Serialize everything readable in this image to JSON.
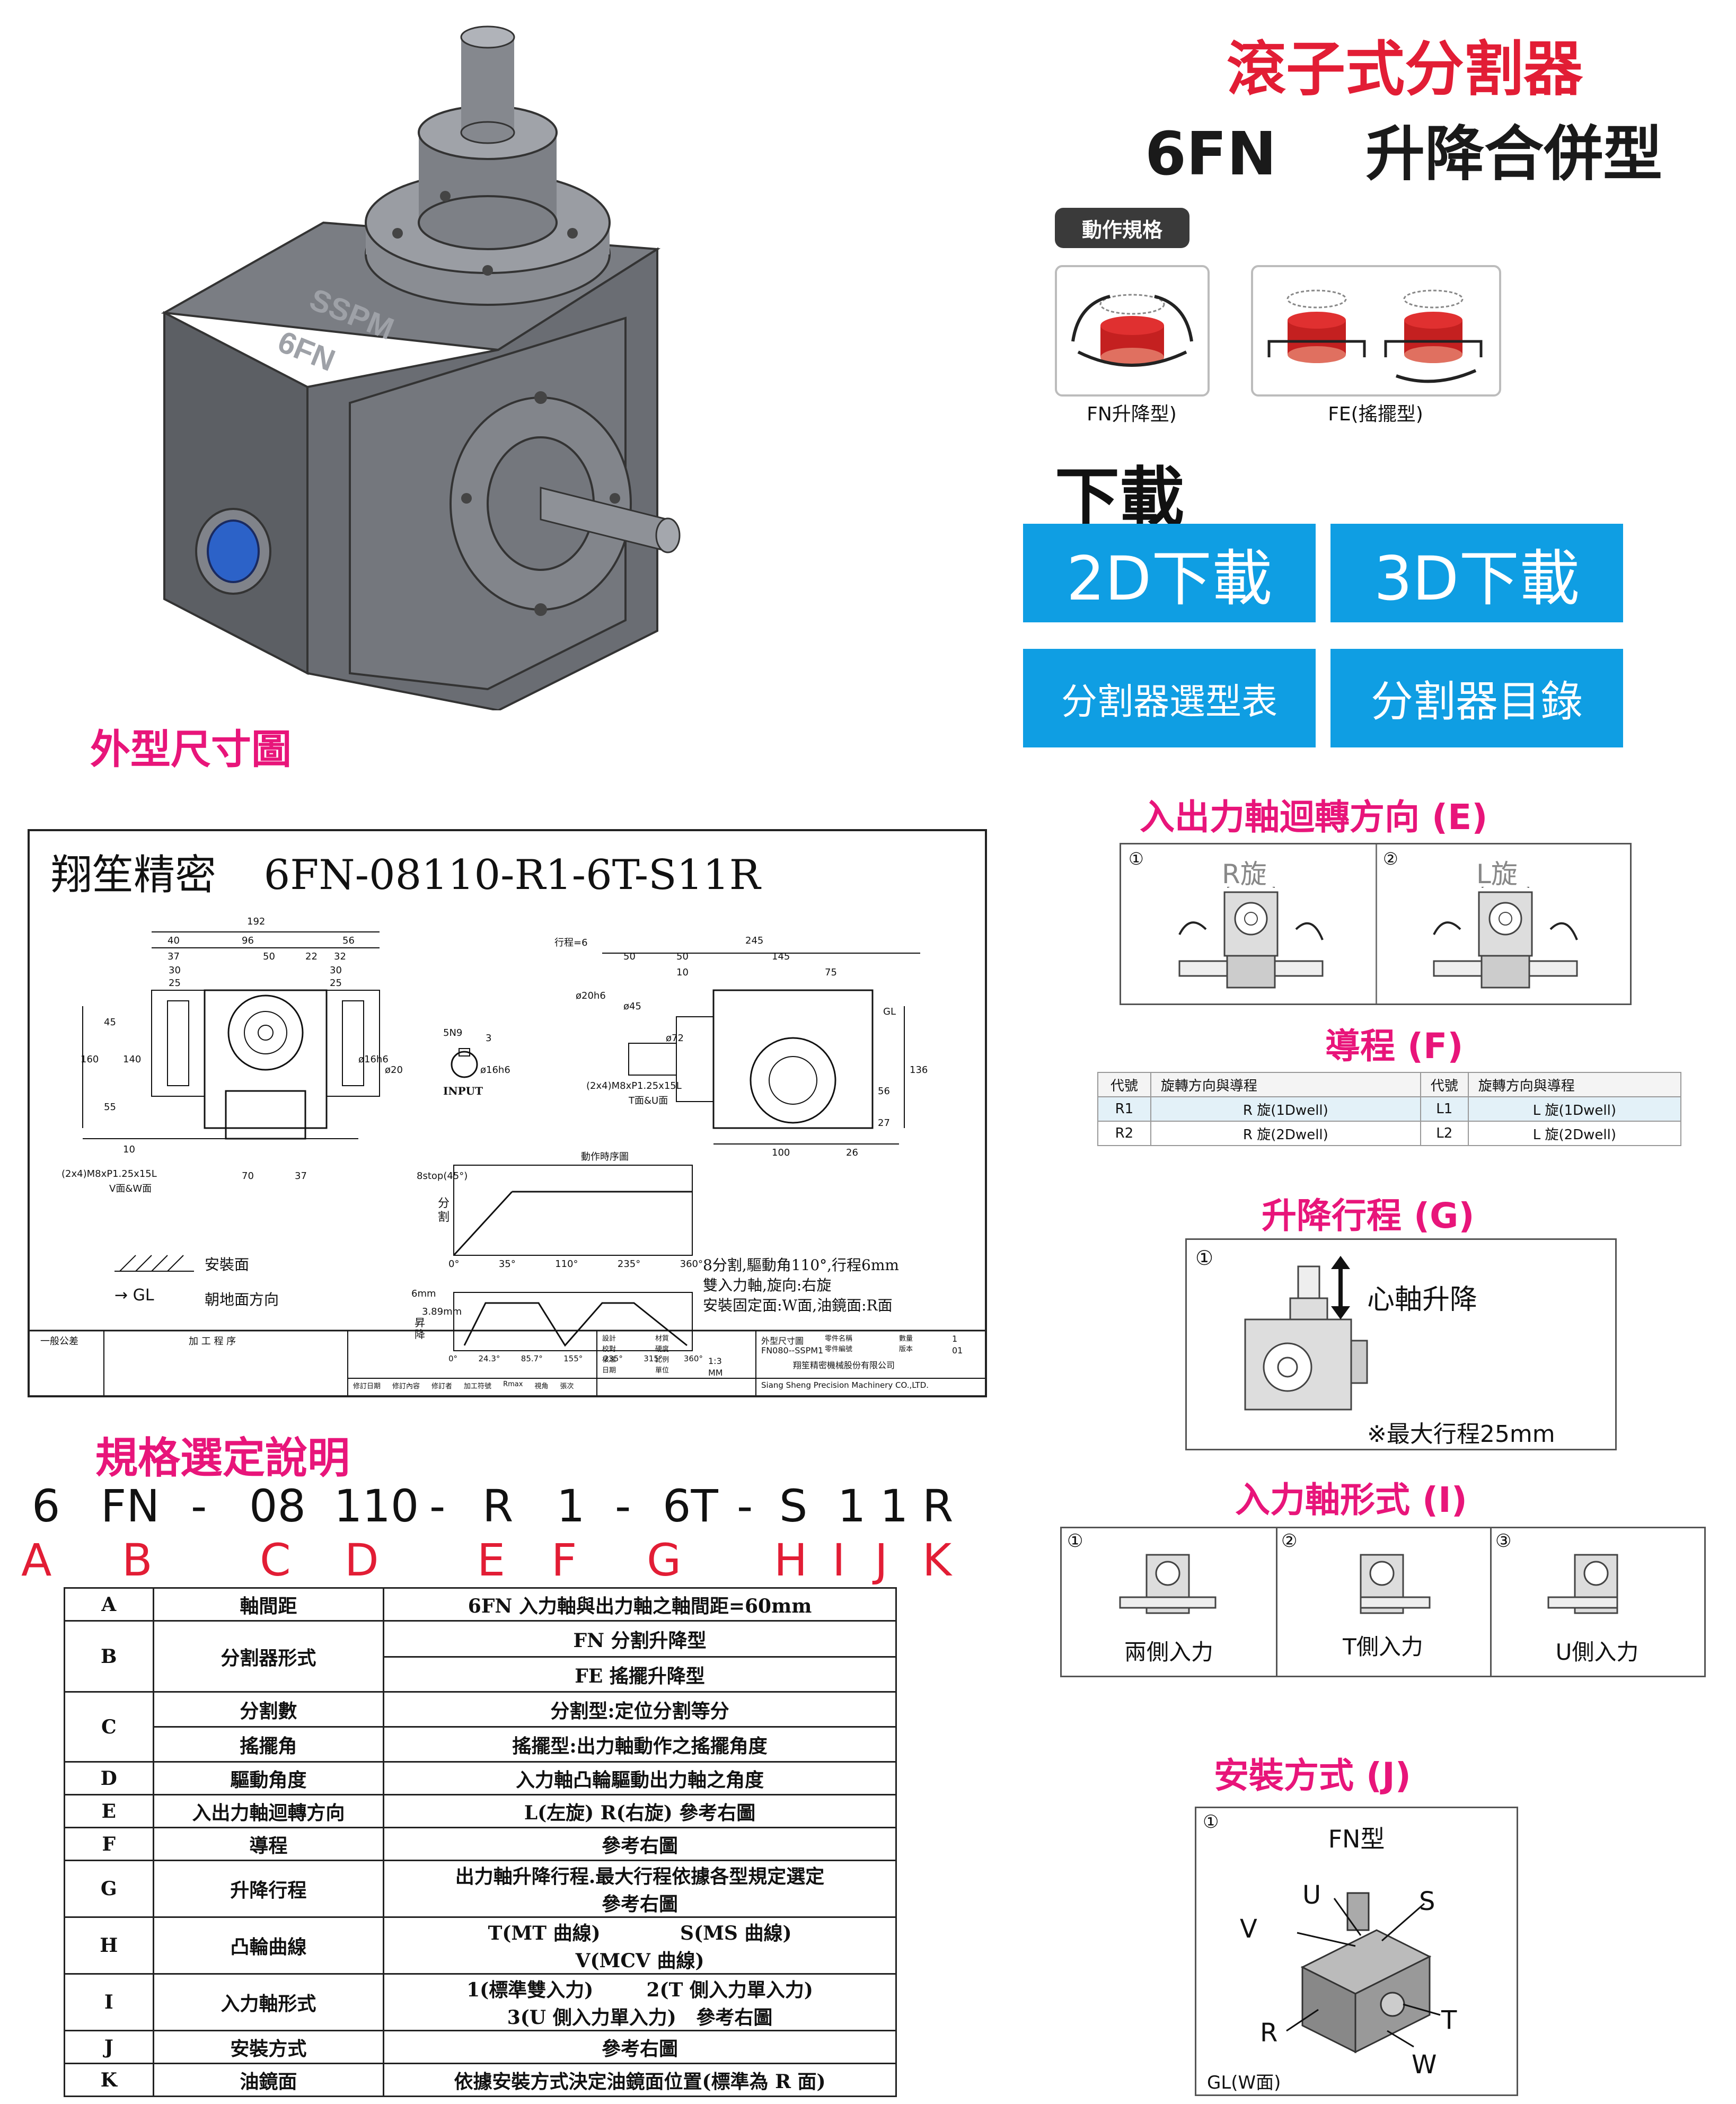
{
  "title": {
    "line1": "滾子式分割器",
    "line2_model": "6FN",
    "line2_type": "升降合併型"
  },
  "action_spec": {
    "badge": "動作規格",
    "cards": [
      {
        "label": "FN升降型)"
      },
      {
        "label": "FE(搖擺型)"
      }
    ]
  },
  "download": {
    "heading": "下載",
    "buttons": [
      "2D下載",
      "3D下載",
      "分割器選型表",
      "分割器目錄"
    ]
  },
  "product": {
    "brand": "SSPM",
    "model": "6FN"
  },
  "outline_heading": "外型尺寸圖",
  "drawing": {
    "title_company": "翔笙精密",
    "title_model": "6FN-08110-R1-6T-S11R",
    "dims_front": [
      "192",
      "40",
      "96",
      "56",
      "37",
      "50",
      "22",
      "32",
      "30",
      "25",
      "30",
      "25",
      "160",
      "140",
      "45",
      "55",
      "10",
      "70",
      "37",
      "ø16h6",
      "ø20"
    ],
    "dims_side": [
      "245",
      "50",
      "50",
      "145",
      "10",
      "75",
      "ø20h6",
      "ø45",
      "ø72",
      "136",
      "56",
      "27",
      "100",
      "26",
      "GL"
    ],
    "label_stroke": "行程=6",
    "label_bolt_front": "(2x4)M8xP1.25x15L",
    "label_bolt_front_sub": "V面&W面",
    "label_bolt_side": "(2x4)M8xP1.25x15L",
    "label_bolt_side_sub": "T面&U面",
    "input_label": "INPUT",
    "input_key": "5N9",
    "input_dia": "ø16h6",
    "input_dim": "3",
    "timing_title": "動作時序圖",
    "timing_axis": "分割",
    "timing_stop": "8stop(45°)",
    "timing_ticks1": [
      "0°",
      "35°",
      "110°",
      "235°",
      "360°"
    ],
    "timing_axis2": "昇降",
    "timing_stroke": "6mm",
    "timing_stroke2": "3.89mm",
    "timing_ticks2": [
      "0°",
      "24.3°",
      "85.7°",
      "155°",
      "235°",
      "315°",
      "360°"
    ],
    "legend_mount": "安裝面",
    "legend_gl_symbol": "→ GL",
    "legend_gl": "朝地面方向",
    "notes": [
      "8分割,驅動角110°,行程6mm",
      "雙入力軸,旋向:右旋",
      "安裝固定面:W面,油鏡面:R面"
    ],
    "footer_process": "加 工 程 序",
    "footer_general": "一般公差",
    "footer_company_cn": "翔笙精密機械股份有限公司",
    "footer_company_en": "Siang Sheng Precision Machinery CO.,LTD.",
    "footer_part_name": "外型尺寸圖",
    "footer_drawing_no": "FN080--SSPM1",
    "footer_scale": "1:3",
    "footer_unit": "MM",
    "footer_qty": "1",
    "footer_ver": "01",
    "footer_labels": [
      "設計",
      "校對",
      "核准",
      "日期",
      "材質",
      "硬度",
      "比例",
      "單位",
      "零件名稱",
      "零件編號",
      "數量",
      "版本",
      "Rmax",
      "視角",
      "修訂日期",
      "修訂內容",
      "修訂者",
      "加工符號",
      "張次"
    ]
  },
  "spec_selection": {
    "heading": "規格選定說明",
    "code_parts": [
      "6",
      "FN",
      "-",
      "08",
      "110",
      "-",
      "R",
      "1",
      "-",
      "6T",
      "-",
      "S",
      "1",
      "1",
      "R"
    ],
    "letters": [
      "A",
      "B",
      "C",
      "D",
      "E",
      "F",
      "G",
      "H",
      "I",
      "J",
      "K"
    ],
    "rows": [
      {
        "key": "A",
        "name": "軸間距",
        "desc": [
          "6FN 入力軸與出力軸之軸間距=60mm"
        ]
      },
      {
        "key": "B",
        "name": "分割器形式",
        "desc": [
          "FN 分割升降型",
          "FE 搖擺升降型"
        ]
      },
      {
        "key": "C",
        "name": "分割數",
        "name2": "搖擺角",
        "desc": [
          "分割型:定位分割等分",
          "搖擺型:出力軸動作之搖擺角度"
        ]
      },
      {
        "key": "D",
        "name": "驅動角度",
        "desc": [
          "入力軸凸輪驅動出力軸之角度"
        ]
      },
      {
        "key": "E",
        "name": "入出力軸迴轉方向",
        "desc": [
          "L(左旋) R(右旋) 參考右圖"
        ]
      },
      {
        "key": "F",
        "name": "導程",
        "desc": [
          "參考右圖"
        ]
      },
      {
        "key": "G",
        "name": "升降行程",
        "desc": [
          "出力軸升降行程.最大行程依據各型規定選定",
          "參考右圖"
        ]
      },
      {
        "key": "H",
        "name": "凸輪曲線",
        "desc": [
          "T(MT 曲線)            S(MS 曲線)",
          "V(MCV 曲線)"
        ]
      },
      {
        "key": "I",
        "name": "入力軸形式",
        "desc": [
          "1(標準雙入力)        2(T 側入力單入力)",
          "3(U 側入力單入力)   參考右圖"
        ]
      },
      {
        "key": "J",
        "name": "安裝方式",
        "desc": [
          "參考右圖"
        ]
      },
      {
        "key": "K",
        "name": "油鏡面",
        "desc": [
          "依據安裝方式決定油鏡面位置(標準為 R 面)"
        ]
      }
    ]
  },
  "rotation": {
    "heading": "入出力軸迴轉方向 (E)",
    "cells": [
      {
        "num": "①",
        "label": "R旋"
      },
      {
        "num": "②",
        "label": "L旋"
      }
    ]
  },
  "lead": {
    "heading": "導程 (F)",
    "headers": [
      "代號",
      "旋轉方向與導程",
      "代號",
      "旋轉方向與導程"
    ],
    "rows": [
      [
        "R1",
        "R 旋(1Dwell)",
        "L1",
        "L 旋(1Dwell)"
      ],
      [
        "R2",
        "R 旋(2Dwell)",
        "L2",
        "L 旋(2Dwell)"
      ]
    ]
  },
  "stroke": {
    "heading": "升降行程 (G)",
    "num": "①",
    "label": "心軸升降",
    "note": "※最大行程25mm"
  },
  "input_shaft": {
    "heading": "入力軸形式 (I)",
    "cells": [
      {
        "num": "①",
        "label": "兩側入力"
      },
      {
        "num": "②",
        "label": "T側入力"
      },
      {
        "num": "③",
        "label": "U側入力"
      }
    ]
  },
  "mounting": {
    "heading": "安裝方式 (J)",
    "num": "①",
    "title": "FN型",
    "faces": [
      "U",
      "S",
      "V",
      "T",
      "R",
      "W"
    ],
    "ground": "GL(W面)"
  },
  "colors": {
    "blue_button": "#0f9ee3",
    "red_title": "#e21d35",
    "magenta_heading": "#e8157a"
  }
}
